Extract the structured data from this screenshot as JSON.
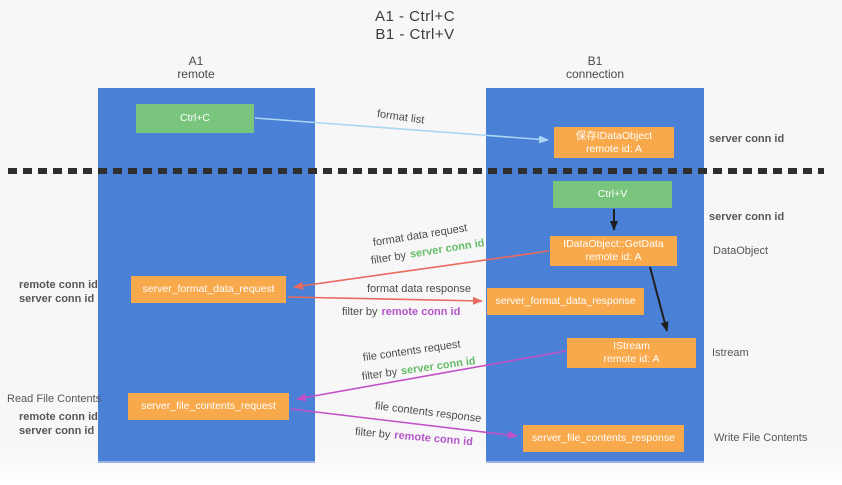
{
  "title": {
    "line1": "A1 - Ctrl+C",
    "line2": "B1 - Ctrl+V"
  },
  "columns": {
    "a": {
      "name": "A1",
      "role": "remote"
    },
    "b": {
      "name": "B1",
      "role": "connection"
    }
  },
  "nodes": {
    "ctrl_c": {
      "label": "Ctrl+C"
    },
    "ctrl_v": {
      "label": "Ctrl+V"
    },
    "save_dataobject": {
      "line1": "保存IDataObject",
      "line2": "remote id: A"
    },
    "getdata": {
      "line1": "IDataObject::GetData",
      "line2": "remote id: A"
    },
    "istream": {
      "line1": "IStream",
      "line2": "remote id: A"
    },
    "format_request": {
      "label": "server_format_data_request"
    },
    "format_response": {
      "label": "server_format_data_response"
    },
    "file_request": {
      "label": "server_file_contents_request"
    },
    "file_response": {
      "label": "server_file_contents_response"
    }
  },
  "arrow_labels": {
    "format_list": "format list",
    "format_data_request": "format data request",
    "format_data_response": "format data response",
    "file_contents_request": "file contents request",
    "file_contents_response": "file contents response",
    "filter_by": "filter by",
    "server_conn_id": "server conn id",
    "remote_conn_id": "remote conn id"
  },
  "side_labels": {
    "server_conn_id": "server conn id",
    "remote_conn_id": "remote conn id",
    "dataobject": "DataObject",
    "istream": "Istream",
    "read_file_contents": "Read File Contents",
    "write_file_contents": "Write File Contents"
  },
  "colors": {
    "column_blue": "#4a80d6",
    "box_green": "#79c57e",
    "box_orange": "#f8a94b",
    "arrow_lightblue": "#a9d7f2",
    "arrow_red": "#e96a5e",
    "arrow_magenta": "#c250c8",
    "arrow_black": "#1f1f1f",
    "label_green": "#66bd68",
    "label_purple": "#b455c8",
    "text_dark": "#4b4b4b"
  }
}
